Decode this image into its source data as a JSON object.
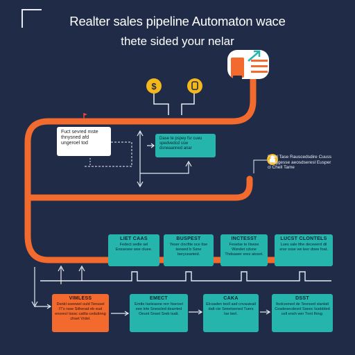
{
  "title": "Realter sales pipeline Automaton wace",
  "subtitle": "thete sided your nelar",
  "icons": [
    "dollar-coin-icon",
    "price-tag-coin-icon",
    "lightbulb-icon",
    "document-chart-icon"
  ],
  "colors": {
    "background": "#1f2b47",
    "pipe": "#f26a2e",
    "teal": "#26b5ad",
    "gold": "#f4b81c",
    "line": "#e8edf4"
  },
  "coin_symbol": "$",
  "top_card": {
    "text": "Fuct sevred mste thnysned afd ungeroel tod"
  },
  "middle_card": {
    "text": "Dase te pspey fsr cueu spedvedcd ssw dsneaanned anar"
  },
  "note": {
    "text": "Fedrl Tase Rauscedsdire Cuuss Tpeggesse aeosdseresl Eusper cl Chell Tame"
  },
  "stages": [
    {
      "title": "LIET CAAS",
      "text": "Fedect sedle sel Enssesee wse cluee."
    },
    {
      "title": "BUSPEST",
      "text": "Yeser clocftte oce Itse teewed b Ssne berycearteid."
    },
    {
      "title": "INCTESST",
      "text": "Feselse te Ilswse Wsndet cdune Thdsawer eres atoset."
    },
    {
      "title": "LUCST CLONTELS",
      "text": "Lues sale tthe deceeerd dil snsr ssse we leer doee foat."
    }
  ],
  "bottom_boxes": [
    {
      "title": "VIMLESS",
      "text": "Denkl sseewel ould Tenusel IT's rase Sitherad eb eud enorecl tsssc cattla cedutinng chset Vrdel."
    },
    {
      "title": "EMECT",
      "text": "Emtle Iseleasne rerr Itsersel eee lvte Snescled dearrted Oeunt Snset Sreb tsalt."
    },
    {
      "title": "CAKA",
      "text": "Elcsaden teoll asd cnvauieall dalt cte Seeetsened Tuers Ise berl."
    },
    {
      "title": "DSST",
      "text": "Ibolcsened de Tesnsed slanlatl Cosdesecdesnl Sseec Issddded cell ensh wer Tnnt Ihing."
    }
  ]
}
